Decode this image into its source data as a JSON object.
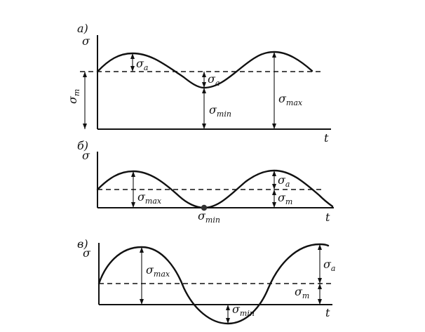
{
  "panels": [
    {
      "id": "a",
      "letter": "a)",
      "axis_y": "σ",
      "axis_x": "t"
    },
    {
      "id": "b",
      "letter": "б)",
      "axis_y": "σ",
      "axis_x": "t"
    },
    {
      "id": "c",
      "letter": "в)",
      "axis_y": "σ",
      "axis_x": "t"
    }
  ],
  "labels": {
    "sigma_a": {
      "main": "σ",
      "sub": "a"
    },
    "sigma_m": {
      "main": "σ",
      "sub": "m"
    },
    "sigma_max": {
      "main": "σ",
      "sub": "max"
    },
    "sigma_min": {
      "main": "σ",
      "sub": "min"
    }
  }
}
